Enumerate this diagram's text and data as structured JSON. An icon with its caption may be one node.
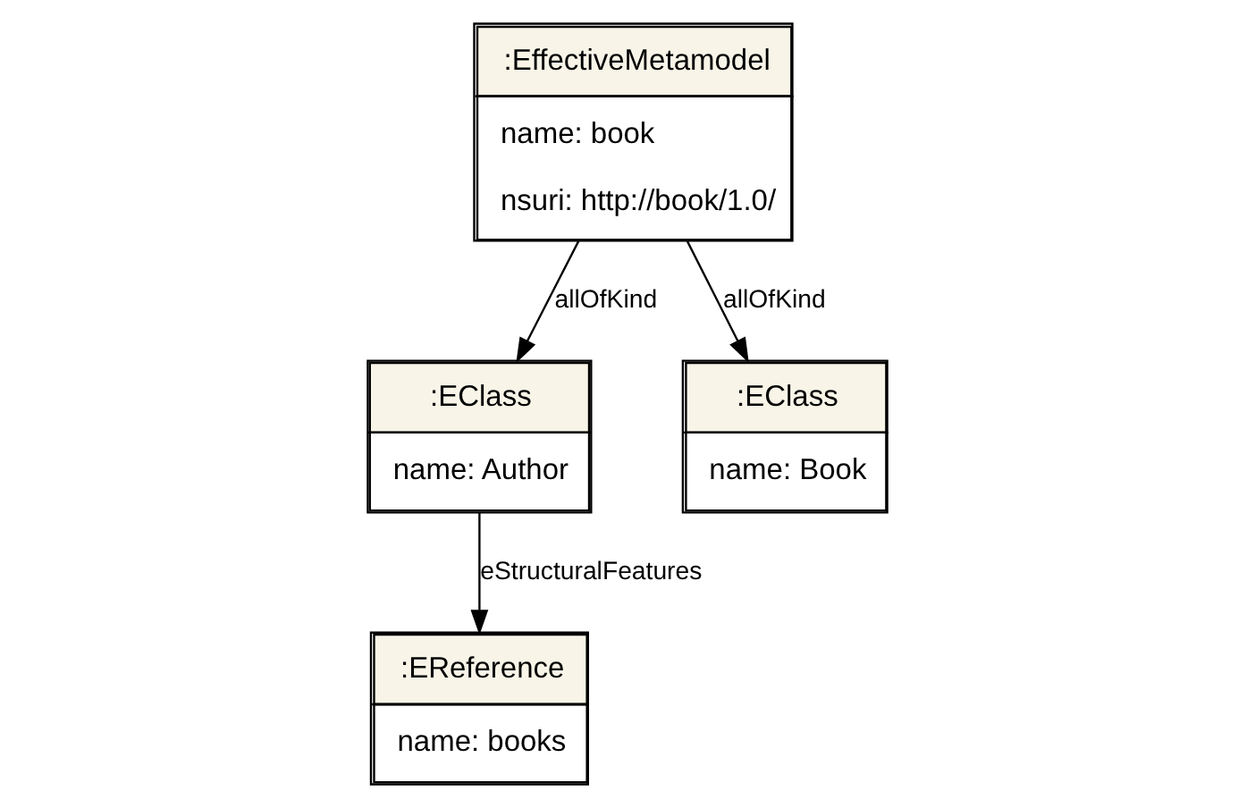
{
  "diagram": {
    "nodes": [
      {
        "text": [
          ":EffectiveMetamodel",
          "name: book",
          "nsuri: http://book/1.0/"
        ]
      },
      {
        "text": [
          ":EClass",
          "name: Author"
        ]
      },
      {
        "text": [
          ":EClass",
          "name: Book"
        ]
      },
      {
        "text": [
          ":EReference",
          "name: books"
        ]
      }
    ],
    "edges": [
      {
        "from": 0,
        "to": 1,
        "arrow": "to",
        "label": "allOfKind"
      },
      {
        "from": 0,
        "to": 2,
        "arrow": "to",
        "label": "allOfKind"
      },
      {
        "from": 1,
        "to": 3,
        "arrow": "to",
        "label": "eStructuralFeatures"
      }
    ]
  }
}
